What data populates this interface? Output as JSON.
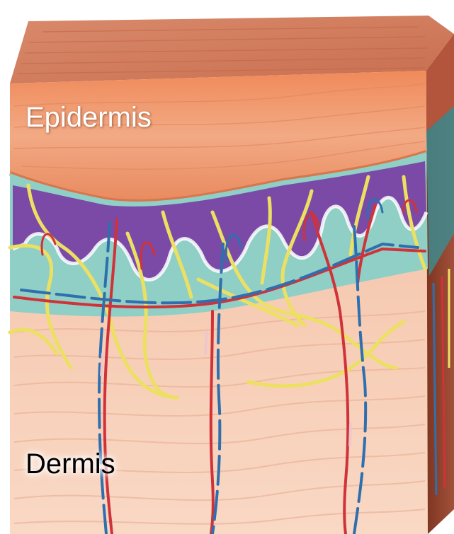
{
  "labels": {
    "epidermis": "Epidermis",
    "dermis": "Dermis"
  },
  "colors": {
    "background": "#ffffff",
    "skin_top": "#dc8462",
    "epidermis_layer": "#eea07a",
    "basal_layer": "#7a4aa6",
    "basement_membrane": "#8fcfc6",
    "dermis": "#f8d1ba",
    "side_face": "#8a3d27",
    "nerves": "#ece063",
    "arteries": "#d0323a",
    "veins": "#2f6fae"
  },
  "icons": [
    "nerve-fiber",
    "artery",
    "vein",
    "collagen-fiber"
  ]
}
